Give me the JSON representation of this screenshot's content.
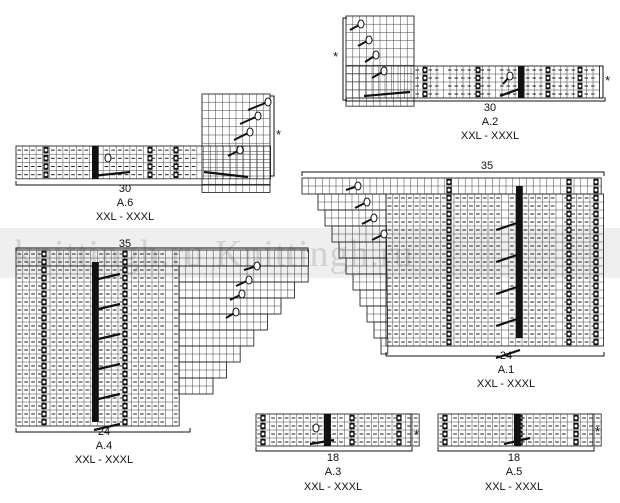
{
  "watermark": "knittingh.ru  Knittingh.ru",
  "charts": [
    {
      "id": "a2",
      "name": "A.2",
      "size": "XXL - XXXL",
      "width_label": "30",
      "mark": "*"
    },
    {
      "id": "a6",
      "name": "A.6",
      "size": "XXL - XXXL",
      "width_label": "30",
      "mark": "*"
    },
    {
      "id": "a1",
      "name": "A.1",
      "size": "XXL - XXXL",
      "width_label": "24",
      "top_label": "35"
    },
    {
      "id": "a4",
      "name": "A.4",
      "size": "XXL - XXXL",
      "width_label": "24",
      "top_label": "35"
    },
    {
      "id": "a3",
      "name": "A.3",
      "size": "XXL - XXXL",
      "width_label": "18",
      "mark": "*"
    },
    {
      "id": "a5",
      "name": "A.5",
      "size": "XXL - XXXL",
      "width_label": "18",
      "mark": "*"
    }
  ]
}
